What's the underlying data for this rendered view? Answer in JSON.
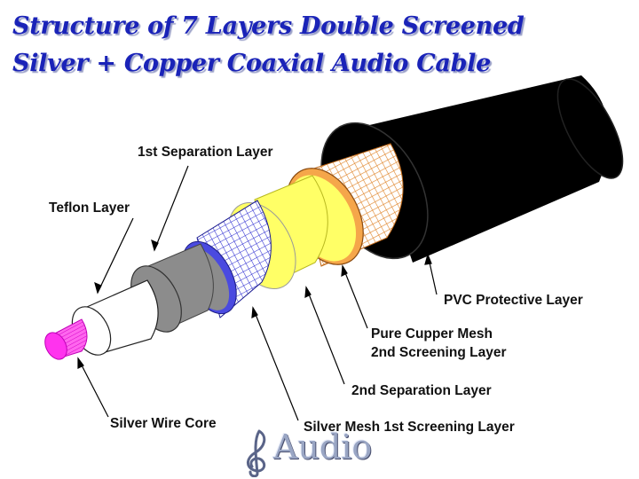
{
  "title": {
    "line1": "Structure of 7 Layers Double Screened",
    "line2": "Silver + Copper Coaxial Audio Cable"
  },
  "labels": {
    "separation1": "1st Separation Layer",
    "teflon": "Teflon Layer",
    "pvc": "PVC Protective Layer",
    "copper_mesh_l1": "Pure Cupper Mesh",
    "copper_mesh_l2": "2nd Screening Layer",
    "separation2": "2nd Separation Layer",
    "silver_core": "Silver Wire Core",
    "silver_mesh": "Silver Mesh 1st Screening Layer"
  },
  "logo": {
    "text": "Audio",
    "icon": "treble-clef-icon"
  },
  "colors": {
    "title": "#1a23b8",
    "pvc": "#000000",
    "copper_mesh": "#e0852a",
    "copper_ring": "#f5a64a",
    "yellow_separation": "#ffff66",
    "silver_mesh": "#2a2ad0",
    "blue_ring": "#4a4ae0",
    "gray_separation": "#8c8c8c",
    "teflon": "#ffffff",
    "core": "#ff33ee"
  }
}
